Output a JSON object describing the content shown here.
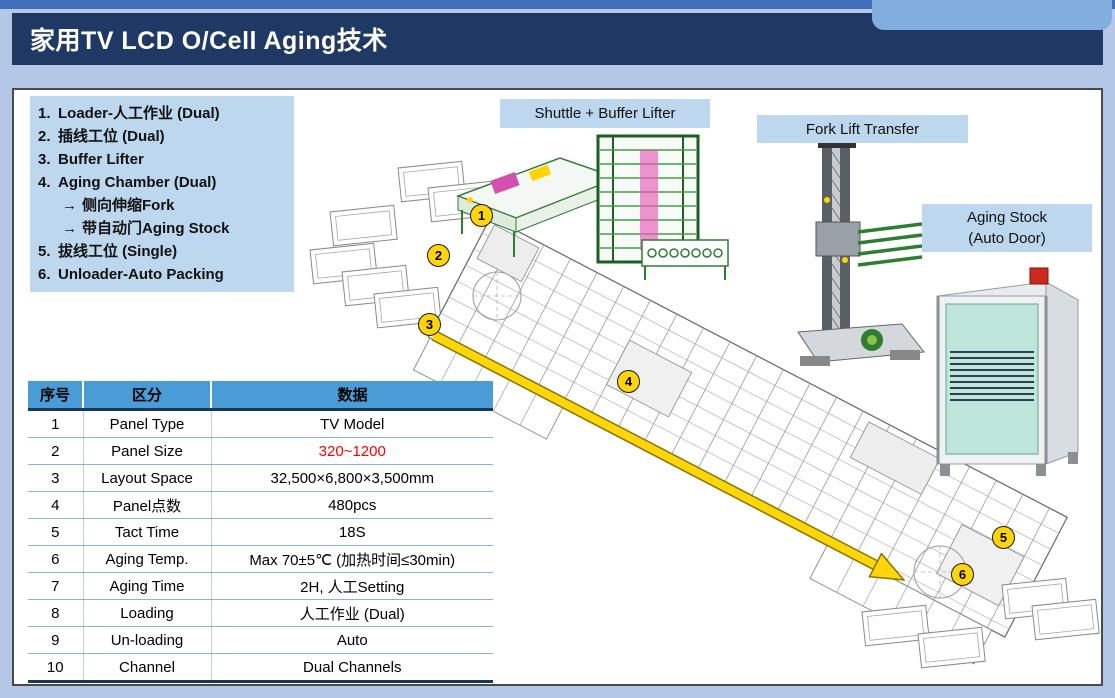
{
  "colors": {
    "top_strip_blue": "#3e6fb8",
    "header_navy": "#1f3864",
    "corner_tab_blue": "#82aede",
    "page_background": "#b4c7e7",
    "highlight_blue": "#bdd7ee",
    "table_header_blue": "#4a9cd6",
    "value_red": "#ff0000",
    "arrow_yellow": "#ffd60a",
    "marker_yellow": "#ffd40a"
  },
  "header": {
    "title": "家用TV LCD O/Cell Aging技术"
  },
  "legend": {
    "items": [
      {
        "marker": "1.",
        "text": "Loader-人工作业 (Dual)"
      },
      {
        "marker": "2.",
        "text": "插线工位 (Dual)"
      },
      {
        "marker": "3.",
        "text": "Buffer Lifter"
      },
      {
        "marker": "4.",
        "text": "Aging Chamber (Dual)"
      },
      {
        "marker": "→",
        "text": "侧向伸缩Fork"
      },
      {
        "marker": "→",
        "text": "带自动门Aging Stock"
      },
      {
        "marker": "5.",
        "text": "拔线工位 (Single)"
      },
      {
        "marker": "6.",
        "text": "Unloader-Auto Packing"
      }
    ]
  },
  "image_labels": {
    "shuttle": "Shuttle + Buffer Lifter",
    "fork": "Fork Lift Transfer",
    "aging_stock_line1": "Aging Stock",
    "aging_stock_line2": "(Auto Door)"
  },
  "markers": [
    "1",
    "2",
    "3",
    "4",
    "5",
    "6"
  ],
  "table": {
    "headers": [
      "序号",
      "区分",
      "数据"
    ],
    "rows": [
      [
        "1",
        "Panel Type",
        "TV Model"
      ],
      [
        "2",
        "Panel Size",
        "320~1200"
      ],
      [
        "3",
        "Layout Space",
        "32,500×6,800×3,500mm"
      ],
      [
        "4",
        "Panel点数",
        "480pcs"
      ],
      [
        "5",
        "Tact Time",
        "18S"
      ],
      [
        "6",
        "Aging Temp.",
        "Max 70±5℃ (加热时间≤30min)"
      ],
      [
        "7",
        "Aging Time",
        "2H, 人工Setting"
      ],
      [
        "8",
        "Loading",
        "人工作业 (Dual)"
      ],
      [
        "9",
        "Un-loading",
        "Auto"
      ],
      [
        "10",
        "Channel",
        "Dual Channels"
      ]
    ]
  }
}
